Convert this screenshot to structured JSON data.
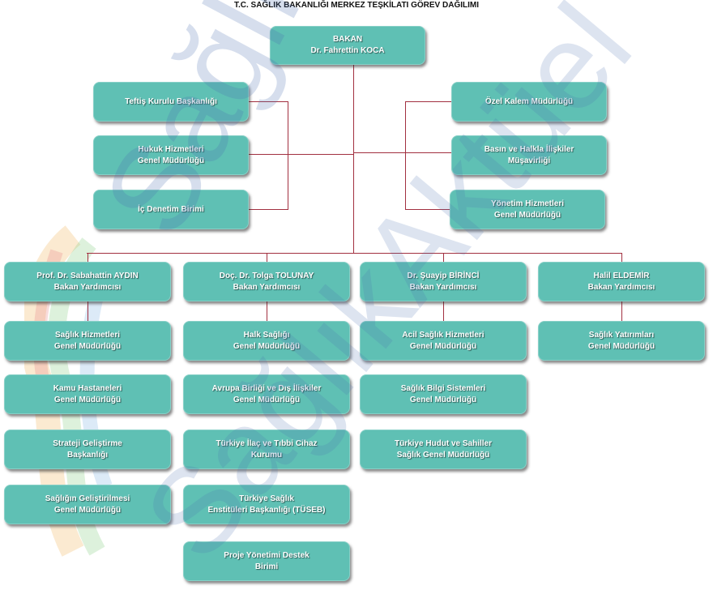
{
  "title": "T.C. SAĞLIK BAKANLIĞI MERKEZ TEŞKİLATI GÖREV DAĞILIMI",
  "watermark": "SağlıkAktüel",
  "colors": {
    "box": "#5fc0b4",
    "line": "#a23040",
    "watermark": "#4a6fb0"
  },
  "minister": {
    "line1": "BAKAN",
    "line2": "Dr. Fahrettin KOCA"
  },
  "staff_left": [
    {
      "line1": "Teftiş Kurulu Başkanlığı",
      "line2": ""
    },
    {
      "line1": "Hukuk Hizmetleri",
      "line2": "Genel Müdürlüğü"
    },
    {
      "line1": "İç Denetim Birimi",
      "line2": ""
    }
  ],
  "staff_right": [
    {
      "line1": "Özel Kalem Müdürlüğü",
      "line2": ""
    },
    {
      "line1": "Basın ve Halkla İlişkiler",
      "line2": "Müşavirliği"
    },
    {
      "line1": "Yönetim Hizmetleri",
      "line2": "Genel Müdürlüğü"
    }
  ],
  "deputies": [
    {
      "name": "Prof. Dr. Sabahattin AYDIN",
      "role": "Bakan Yardımcısı",
      "units": [
        {
          "line1": "Sağlık Hizmetleri",
          "line2": "Genel Müdürlüğü"
        },
        {
          "line1": "Kamu Hastaneleri",
          "line2": "Genel Müdürlüğü"
        },
        {
          "line1": "Strateji Geliştirme",
          "line2": "Başkanlığı"
        },
        {
          "line1": "Sağlığın Geliştirilmesi",
          "line2": "Genel Müdürlüğü"
        }
      ]
    },
    {
      "name": "Doç. Dr. Tolga TOLUNAY",
      "role": "Bakan Yardımcısı",
      "units": [
        {
          "line1": "Halk Sağlığı",
          "line2": "Genel Müdürlüğü"
        },
        {
          "line1": "Avrupa Birliği ve Dış İlişkiler",
          "line2": "Genel Müdürlüğü"
        },
        {
          "line1": "Türkiye İlaç ve Tıbbi Cihaz",
          "line2": "Kurumu"
        },
        {
          "line1": "Türkiye Sağlık",
          "line2": "Enstitüleri Başkanlığı (TÜSEB)"
        },
        {
          "line1": "Proje Yönetimi Destek",
          "line2": "Birimi"
        }
      ]
    },
    {
      "name": "Dr. Şuayip BİRİNCİ",
      "role": "Bakan Yardımcısı",
      "units": [
        {
          "line1": "Acil Sağlık Hizmetleri",
          "line2": "Genel Müdürlüğü"
        },
        {
          "line1": "Sağlık Bilgi Sistemleri",
          "line2": "Genel Müdürlüğü"
        },
        {
          "line1": "Türkiye Hudut ve Sahiller",
          "line2": "Sağlık Genel Müdürlüğü"
        }
      ]
    },
    {
      "name": "Halil ELDEMİR",
      "role": "Bakan Yardımcısı",
      "units": [
        {
          "line1": "Sağlık Yatırımları",
          "line2": "Genel Müdürlüğü"
        }
      ]
    }
  ]
}
